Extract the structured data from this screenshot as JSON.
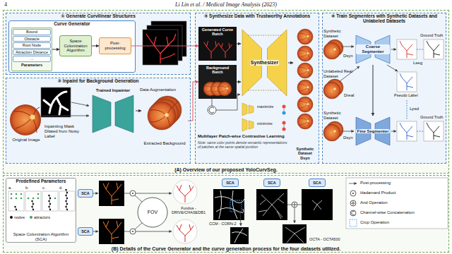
{
  "diagram": {
    "nodes": [
      {
        "text": [
          "(A) Overview of our proposed YoloCurvSeg."
        ]
      },
      {
        "text": [
          "① Generate Curvilinear Structures"
        ],
        "in": 0
      },
      {
        "text": [
          "Curve Generator"
        ],
        "in": 1
      },
      {
        "text": [
          "Bound",
          "Obstacle",
          "Root Node",
          "Attraction Distance",
          "...",
          "Parameters"
        ],
        "in": 2
      },
      {
        "text": [
          "Space Colonization Algorithm"
        ],
        "in": 2
      },
      {
        "text": [
          "Post-processing"
        ],
        "in": 2
      },
      {
        "text": [
          "② Inpaint for Background Generation"
        ],
        "in": 0
      },
      {
        "text": [
          "Trained Inpainter"
        ],
        "in": 6
      },
      {
        "text": [
          "Extracted Background"
        ],
        "in": 6
      },
      {
        "text": [
          "③ Synthesize Data with Trustworthy Annotations"
        ],
        "in": 0
      },
      {
        "text": [
          "Generated Curve Batch"
        ],
        "in": 9
      },
      {
        "text": [
          "Background Batch"
        ],
        "in": 9
      },
      {
        "text": [
          "Synthesizer"
        ],
        "in": 9
      },
      {
        "text": [
          "Synthetic Dataset Dsyn"
        ],
        "in": 9
      },
      {
        "text": [
          "④ Train Segmenters with Synthetic Datasets and Unlabeled Datasets"
        ],
        "in": 0
      },
      {
        "text": [
          "Coarse Segmenter"
        ],
        "in": 14
      },
      {
        "text": [
          "Fine Segmenter"
        ],
        "in": 14
      },
      {
        "text": [
          "(B) Details of the Curve Generator and the curve generation process for the four datasets utilized."
        ]
      },
      {
        "text": [
          "Predefined Parameters",
          "Space Colonization Algorithm (SCA)"
        ],
        "in": 17
      },
      {
        "text": [
          "SCA"
        ],
        "in": 17
      },
      {
        "text": [
          "SCA"
        ],
        "in": 17
      },
      {
        "text": [
          "FOV"
        ],
        "in": 17
      },
      {
        "text": [
          "SCA"
        ],
        "in": 17
      },
      {
        "text": [
          "SCA"
        ],
        "in": 17
      },
      {
        "text": [
          "SCA"
        ],
        "in": 17
      }
    ],
    "edges": [
      {
        "from": 3,
        "to": 4,
        "arrow": "to"
      },
      {
        "from": 4,
        "to": 5,
        "arrow": "to"
      },
      {
        "from": 5,
        "to": 10,
        "arrow": "to"
      },
      {
        "from": 7,
        "to": 8,
        "arrow": "to"
      },
      {
        "from": 8,
        "to": 11,
        "arrow": "to"
      },
      {
        "from": 10,
        "to": 12,
        "arrow": "to"
      },
      {
        "from": 11,
        "to": 12,
        "arrow": "to"
      },
      {
        "from": 12,
        "to": 13,
        "arrow": "to"
      },
      {
        "from": 15,
        "to": 16,
        "arrow": "to"
      }
    ],
    "labels": [
      "4",
      "Li Lin et al. / Medical Image Analysis (2023)",
      "Inpainting Mask Dilated from Noisy Label",
      "Original Image",
      "Data Augmentation",
      "maximize",
      "minimize",
      "Multilayer Patch-wise Contrastive Learning",
      "Note: same color points denote semantic representations of patches at the same spatial position",
      "Synthetic Dataset",
      "Dsyn",
      "Ground Truth",
      "Lseg",
      "Unlabeled Real Dataset",
      "Dreal",
      "Pseudo Label",
      "Lpsd",
      "Synthetic Dataset",
      "Dsyn",
      "Ground Truth",
      "a.",
      "b.",
      "c.",
      "d.",
      "nodes",
      "attractors",
      "Fundus - DRIVE/CHASEDB1",
      "CCM - CORN-2",
      "OCTA - OCTA500"
    ],
    "legend": [
      {
        "text": "Post-processing"
      },
      {
        "text": "Hadamard Product"
      },
      {
        "text": "And Operation"
      },
      {
        "text": "Channel-wise Concatenation"
      },
      {
        "text": "Crop Operation"
      }
    ]
  }
}
